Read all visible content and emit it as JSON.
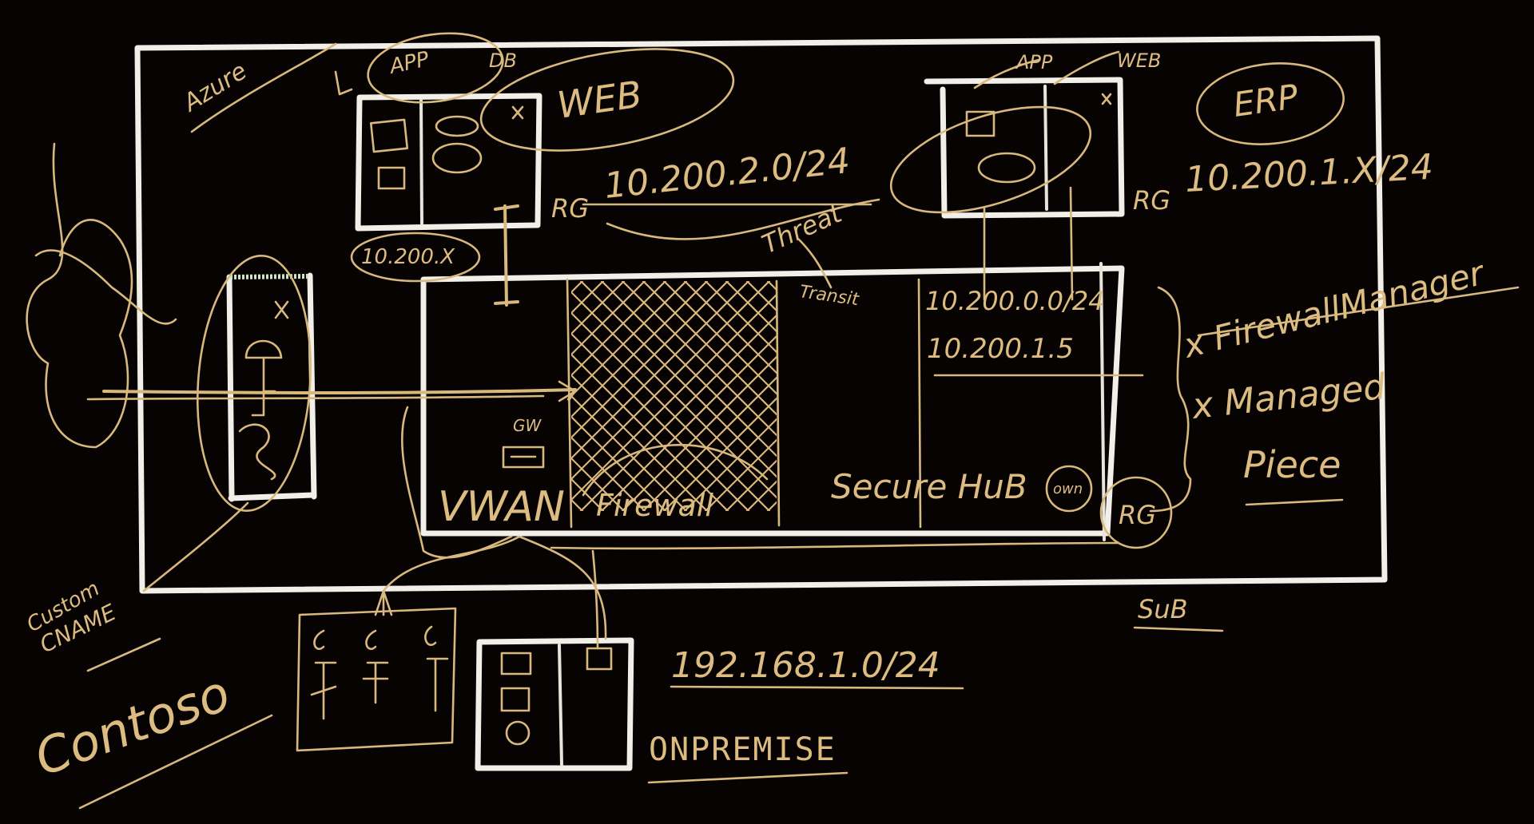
{
  "labels": {
    "azure": "Azure",
    "app_top": "APP",
    "db": "DB",
    "web_oval": "WEB",
    "app_right": "APP",
    "web_right": "WEB",
    "erp": "ERP",
    "rg_left": "RG",
    "rg_right": "RG",
    "subnet_app": "10.200.2.0/24",
    "subnet_erp": "10.200.1.X/24",
    "subnet_small": "10.200.X",
    "threat": "Threat",
    "transit": "Transit",
    "hub_subnet": "10.200.0.0/24",
    "hub_ip": "10.200.1.5",
    "firewall_manager": "x FirewallManager",
    "managed": "x Managed",
    "piece": "Piece",
    "gw": "GW",
    "vwan": "VWAN",
    "firewall": "Firewall",
    "secure_hub": "Secure HuB",
    "own": "own",
    "rg_hub": "RG",
    "sub": "SuB",
    "custom": "Custom",
    "cname": "CNAME",
    "contoso": "Contoso",
    "onprem_subnet": "192.168.1.0/24",
    "onpremise": "ONPREMISE",
    "x_mark": "x"
  },
  "colors": {
    "background": "#070303",
    "chalk": "#f2efe9",
    "ink": "#d8b87c"
  }
}
